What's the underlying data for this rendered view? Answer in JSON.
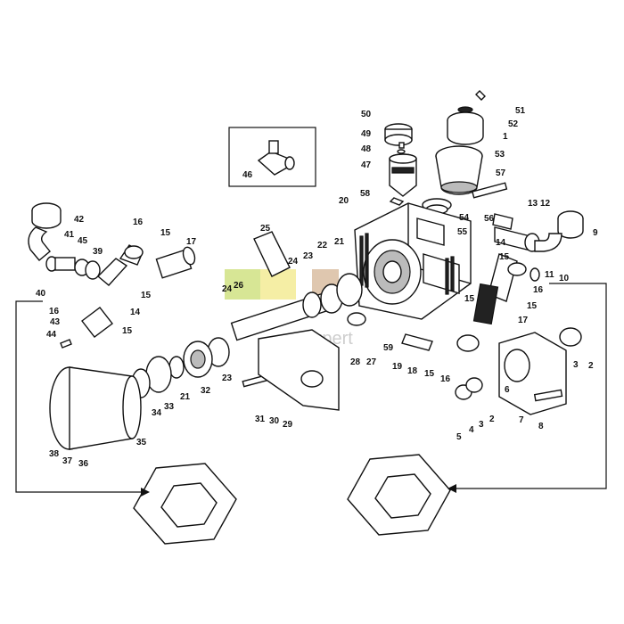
{
  "watermark": "Expert",
  "colors": {
    "watermark_green": "#cde07a",
    "watermark_yellow": "#f3ea8f",
    "watermark_brown": "#c9a27a"
  },
  "callouts": [
    {
      "id": "51",
      "label": "51"
    },
    {
      "id": "52",
      "label": "52"
    },
    {
      "id": "1",
      "label": "1"
    },
    {
      "id": "50",
      "label": "50"
    },
    {
      "id": "49",
      "label": "49"
    },
    {
      "id": "48",
      "label": "48"
    },
    {
      "id": "47",
      "label": "47"
    },
    {
      "id": "53",
      "label": "53"
    },
    {
      "id": "57",
      "label": "57"
    },
    {
      "id": "58",
      "label": "58"
    },
    {
      "id": "56",
      "label": "56"
    },
    {
      "id": "54",
      "label": "54"
    },
    {
      "id": "55",
      "label": "55"
    },
    {
      "id": "46",
      "label": "46"
    },
    {
      "id": "20",
      "label": "20"
    },
    {
      "id": "13",
      "label": "13"
    },
    {
      "id": "12",
      "label": "12"
    },
    {
      "id": "9",
      "label": "9"
    },
    {
      "id": "14r",
      "label": "14"
    },
    {
      "id": "15r",
      "label": "15"
    },
    {
      "id": "11",
      "label": "11"
    },
    {
      "id": "10",
      "label": "10"
    },
    {
      "id": "16r",
      "label": "16"
    },
    {
      "id": "15r2",
      "label": "15"
    },
    {
      "id": "17r",
      "label": "17"
    },
    {
      "id": "42",
      "label": "42"
    },
    {
      "id": "16",
      "label": "16"
    },
    {
      "id": "41",
      "label": "41"
    },
    {
      "id": "45",
      "label": "45"
    },
    {
      "id": "39",
      "label": "39"
    },
    {
      "id": "15a",
      "label": "15"
    },
    {
      "id": "17",
      "label": "17"
    },
    {
      "id": "40",
      "label": "40"
    },
    {
      "id": "15b",
      "label": "15"
    },
    {
      "id": "14",
      "label": "14"
    },
    {
      "id": "25",
      "label": "25"
    },
    {
      "id": "22",
      "label": "22"
    },
    {
      "id": "21",
      "label": "21"
    },
    {
      "id": "24",
      "label": "24"
    },
    {
      "id": "23",
      "label": "23"
    },
    {
      "id": "24b",
      "label": "24"
    },
    {
      "id": "26",
      "label": "26"
    },
    {
      "id": "16b",
      "label": "16"
    },
    {
      "id": "43",
      "label": "43"
    },
    {
      "id": "15c",
      "label": "15"
    },
    {
      "id": "44",
      "label": "44"
    },
    {
      "id": "15d",
      "label": "15"
    },
    {
      "id": "59",
      "label": "59"
    },
    {
      "id": "28",
      "label": "28"
    },
    {
      "id": "27",
      "label": "27"
    },
    {
      "id": "19",
      "label": "19"
    },
    {
      "id": "18",
      "label": "18"
    },
    {
      "id": "15e",
      "label": "15"
    },
    {
      "id": "16c",
      "label": "16"
    },
    {
      "id": "3",
      "label": "3"
    },
    {
      "id": "2",
      "label": "2"
    },
    {
      "id": "6",
      "label": "6"
    },
    {
      "id": "7",
      "label": "7"
    },
    {
      "id": "8",
      "label": "8"
    },
    {
      "id": "5",
      "label": "5"
    },
    {
      "id": "4",
      "label": "4"
    },
    {
      "id": "3b",
      "label": "3"
    },
    {
      "id": "2b",
      "label": "2"
    },
    {
      "id": "31",
      "label": "31"
    },
    {
      "id": "30",
      "label": "30"
    },
    {
      "id": "29",
      "label": "29"
    },
    {
      "id": "23b",
      "label": "23"
    },
    {
      "id": "32",
      "label": "32"
    },
    {
      "id": "21b",
      "label": "21"
    },
    {
      "id": "33",
      "label": "33"
    },
    {
      "id": "34",
      "label": "34"
    },
    {
      "id": "35",
      "label": "35"
    },
    {
      "id": "38",
      "label": "38"
    },
    {
      "id": "37",
      "label": "37"
    },
    {
      "id": "36",
      "label": "36"
    }
  ]
}
